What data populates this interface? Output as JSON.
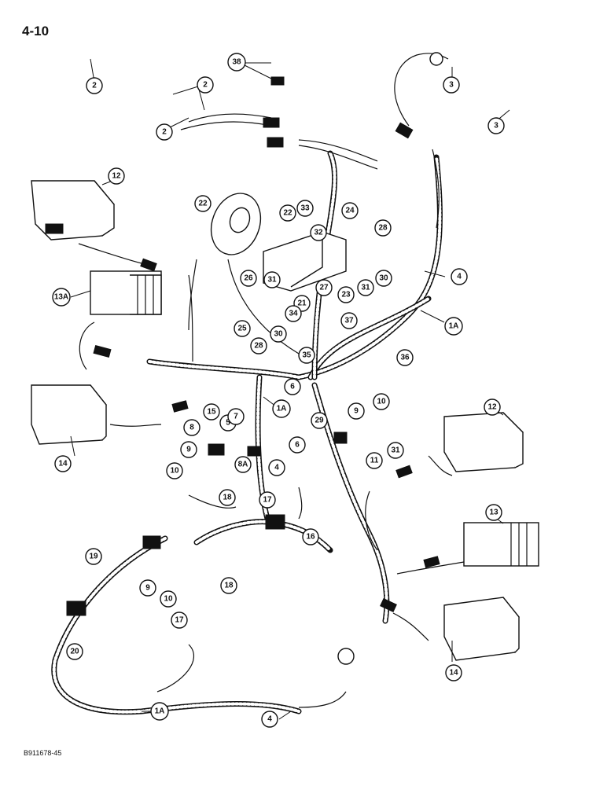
{
  "page_number": "4-10",
  "figure_code": "B911678-45",
  "callouts": [
    "1A",
    "1A",
    "1A",
    "2",
    "2",
    "2",
    "3",
    "3",
    "4",
    "4",
    "4",
    "5",
    "6",
    "6",
    "7",
    "8",
    "8A",
    "9",
    "9",
    "9",
    "10",
    "10",
    "10",
    "11",
    "12",
    "12",
    "13",
    "13A",
    "14",
    "14",
    "15",
    "16",
    "17",
    "17",
    "18",
    "18",
    "19",
    "20",
    "21",
    "22",
    "22",
    "23",
    "24",
    "25",
    "26",
    "27",
    "28",
    "28",
    "29",
    "30",
    "30",
    "31",
    "31",
    "31",
    "32",
    "33",
    "34",
    "35",
    "36",
    "37",
    "38"
  ]
}
